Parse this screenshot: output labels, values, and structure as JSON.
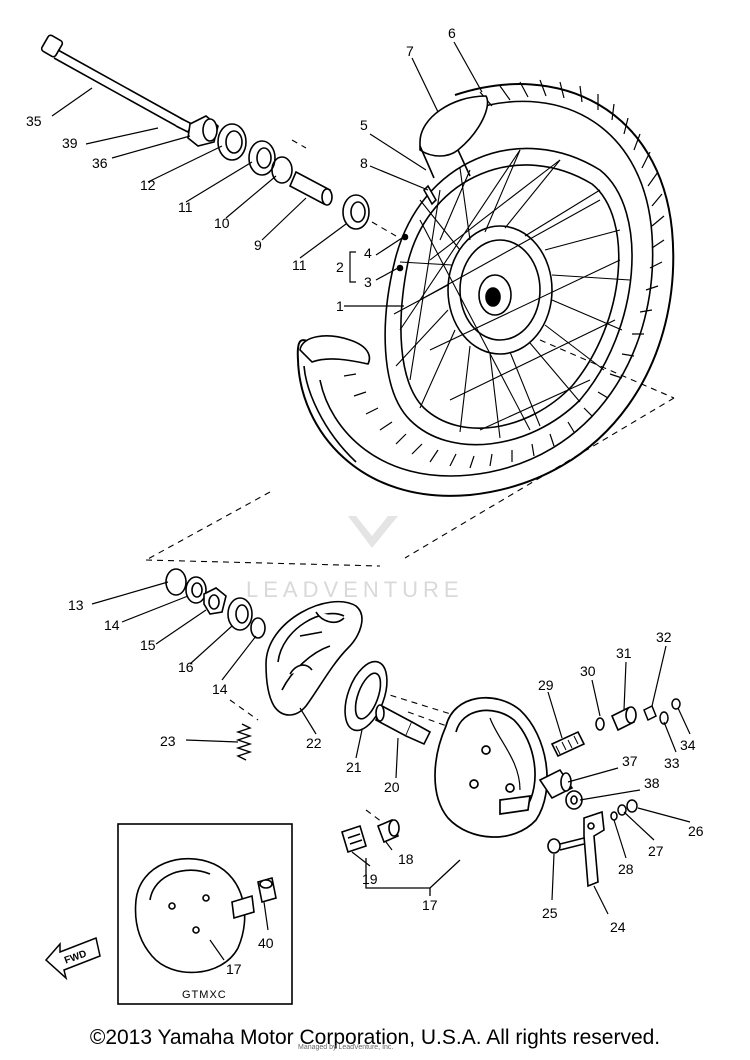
{
  "footer": {
    "copyright": "©2013 Yamaha Motor Corporation, U.S.A. All rights reserved.",
    "sub": "Managed by LeadVenture, Inc."
  },
  "watermark": {
    "brand": "LEADVENTURE"
  },
  "inset": {
    "label": "GTMXC"
  },
  "badges": {
    "fwd": "FWD"
  },
  "callouts": {
    "p1": "1",
    "p2": "2",
    "p3": "3",
    "p4": "4",
    "p5": "5",
    "p6": "6",
    "p7": "7",
    "p8": "8",
    "p9": "9",
    "p10": "10",
    "p11a": "11",
    "p11b": "11",
    "p12": "12",
    "p13": "13",
    "p14a": "14",
    "p14b": "14",
    "p15": "15",
    "p16": "16",
    "p17a": "17",
    "p17b": "17",
    "p18": "18",
    "p19": "19",
    "p20": "20",
    "p21": "21",
    "p22": "22",
    "p23": "23",
    "p24": "24",
    "p25": "25",
    "p26": "26",
    "p27": "27",
    "p28": "28",
    "p29": "29",
    "p30": "30",
    "p31": "31",
    "p32": "32",
    "p33": "33",
    "p34": "34",
    "p35": "35",
    "p36": "36",
    "p37": "37",
    "p38": "38",
    "p39": "39",
    "p40": "40"
  }
}
